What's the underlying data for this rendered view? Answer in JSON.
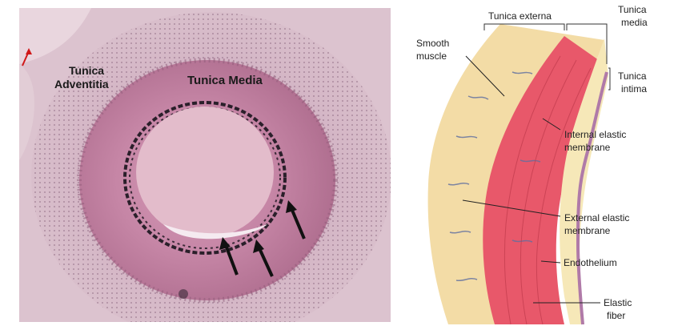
{
  "histology": {
    "label_adventitia_line1": "Tunica",
    "label_adventitia_line2": "Adventitia",
    "label_media": "Tunica Media",
    "colors": {
      "background": "#d8bcc8",
      "media_outer": "#b67896",
      "media_inner": "#c98eab",
      "lumen": "#e6c3d0",
      "elastic": "#2a1f2a",
      "arrow": "#111111"
    }
  },
  "diagram": {
    "labels": {
      "tunica_externa": "Tunica externa",
      "tunica_media_line1": "Tunica",
      "tunica_media_line2": "media",
      "tunica_intima_line1": "Tunica",
      "tunica_intima_line2": "intima",
      "smooth_muscle_line1": "Smooth",
      "smooth_muscle_line2": "muscle",
      "internal_elastic_line1": "Internal elastic",
      "internal_elastic_line2": "membrane",
      "external_elastic_line1": "External elastic",
      "external_elastic_line2": "membrane",
      "endothelium": "Endothelium",
      "elastic_fiber_line1": "Elastic",
      "elastic_fiber_line2": "fiber"
    },
    "colors": {
      "externa": "#f3dca6",
      "media": "#e8586a",
      "intima": "#f6e8b8",
      "endothelium": "#b07aa8",
      "fiber": "#5f6fa0",
      "text": "#222222"
    }
  }
}
